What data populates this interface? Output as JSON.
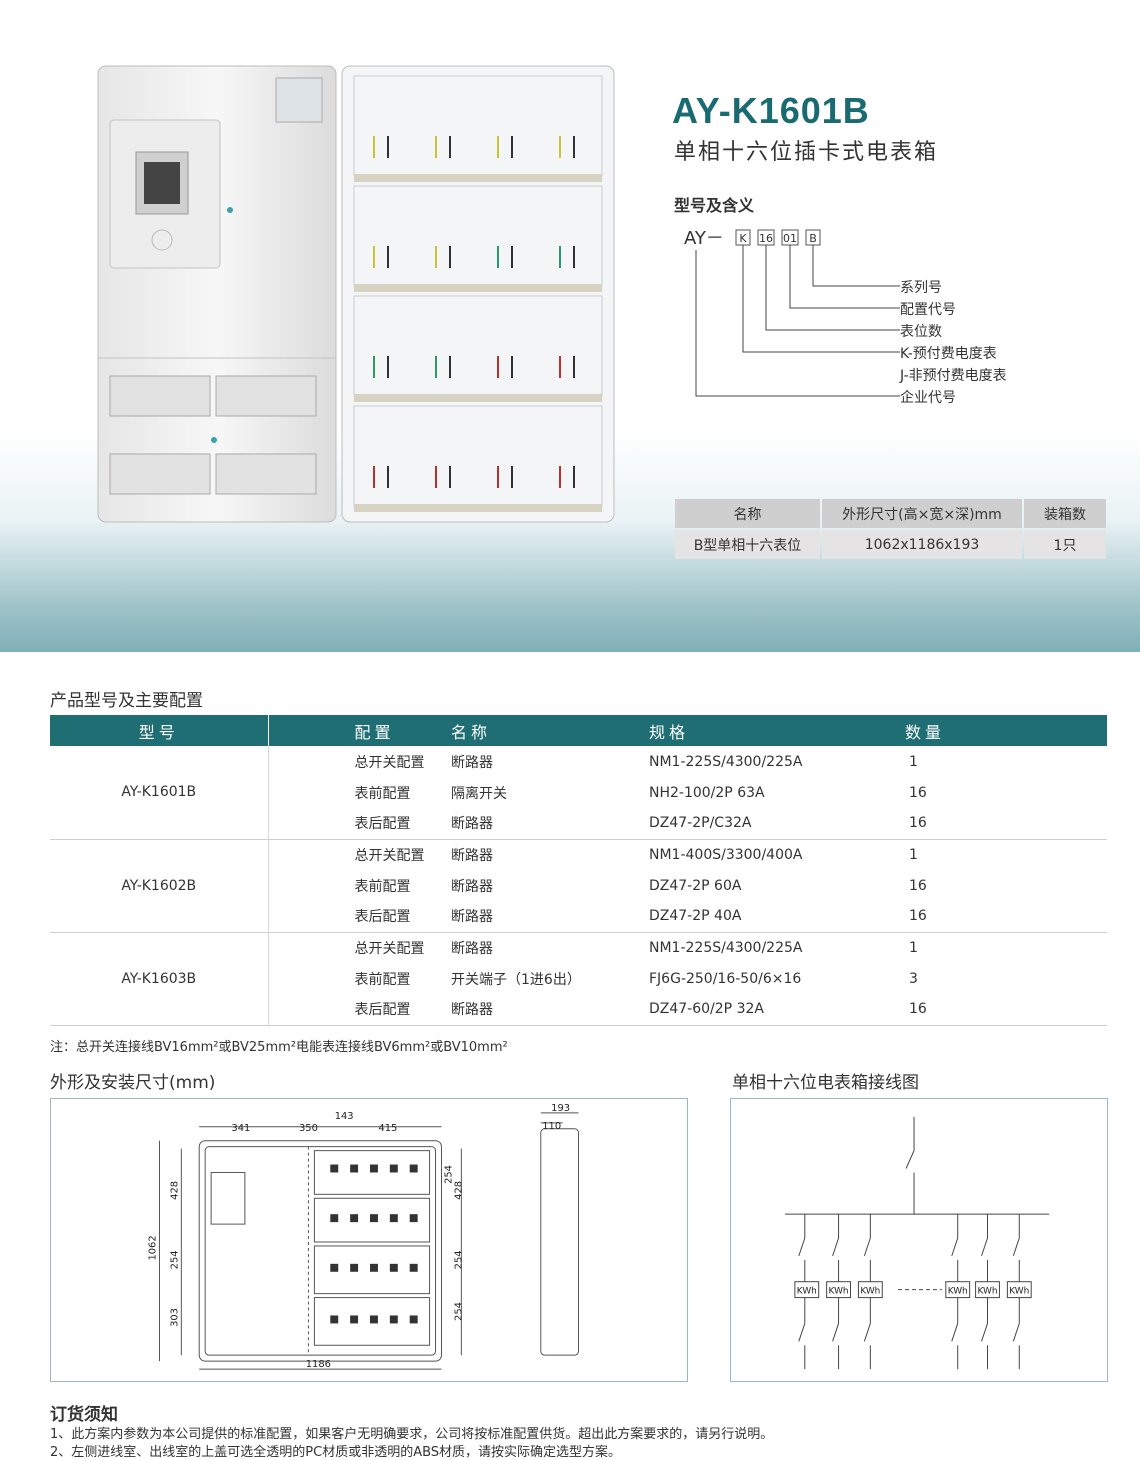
{
  "hero": {
    "model": "AY-K1601B",
    "subtitle": "单相十六位插卡式电表箱",
    "meaning_heading": "型号及含义",
    "code_prefix": "AY－",
    "code_boxes": [
      "K",
      "16",
      "01",
      "B"
    ],
    "code_meanings": [
      "系列号",
      "配置代号",
      "表位数",
      "K-预付费电度表",
      "J-非预付费电度表",
      "企业代号"
    ]
  },
  "spec_table": {
    "headers": [
      "名称",
      "外形尺寸(高×宽×深)mm",
      "装箱数"
    ],
    "row": [
      "B型单相十六表位",
      "1062x1186x193",
      "1只"
    ]
  },
  "config": {
    "title": "产品型号及主要配置",
    "headers": [
      "型号",
      "配置",
      "名称",
      "规格",
      "数量"
    ],
    "groups": [
      {
        "model": "AY-K1601B",
        "rows": [
          [
            "总开关配置",
            "断路器",
            "NM1-225S/4300/225A",
            "1"
          ],
          [
            "表前配置",
            "隔离开关",
            "NH2-100/2P 63A",
            "16"
          ],
          [
            "表后配置",
            "断路器",
            "DZ47-2P/C32A",
            "16"
          ]
        ]
      },
      {
        "model": "AY-K1602B",
        "rows": [
          [
            "总开关配置",
            "断路器",
            "NM1-400S/3300/400A",
            "1"
          ],
          [
            "表前配置",
            "断路器",
            "DZ47-2P 60A",
            "16"
          ],
          [
            "表后配置",
            "断路器",
            "DZ47-2P 40A",
            "16"
          ]
        ]
      },
      {
        "model": "AY-K1603B",
        "rows": [
          [
            "总开关配置",
            "断路器",
            "NM1-225S/4300/225A",
            "1"
          ],
          [
            "表前配置",
            "开关端子（1进6出）",
            "FJ6G-250/16-50/6×16",
            "3"
          ],
          [
            "表后配置",
            "断路器",
            "DZ47-60/2P 32A",
            "16"
          ]
        ]
      }
    ],
    "note": "注：总开关连接线BV16mm²或BV25mm²电能表连接线BV6mm²或BV10mm²"
  },
  "dimensions": {
    "title": "外形及安装尺寸(mm)",
    "top": [
      "341",
      "350",
      "143",
      "415"
    ],
    "left": [
      "1062",
      "428",
      "254",
      "303"
    ],
    "right": [
      "254",
      "428",
      "254",
      "254"
    ],
    "bottom": "1186",
    "side": [
      "193",
      "110"
    ]
  },
  "wiring": {
    "title": "单相十六位电表箱接线图",
    "meter_label": "KWh"
  },
  "order": {
    "title": "订货须知",
    "items": [
      "1、此方案内参数为本公司提供的标准配置，如果客户无明确要求，公司将按标准配置供货。超出此方案要求的，请另行说明。",
      "2、左侧进线室、出线室的上盖可选全透明的PC材质或非透明的ABS材质，请按实际确定选型方案。"
    ]
  }
}
